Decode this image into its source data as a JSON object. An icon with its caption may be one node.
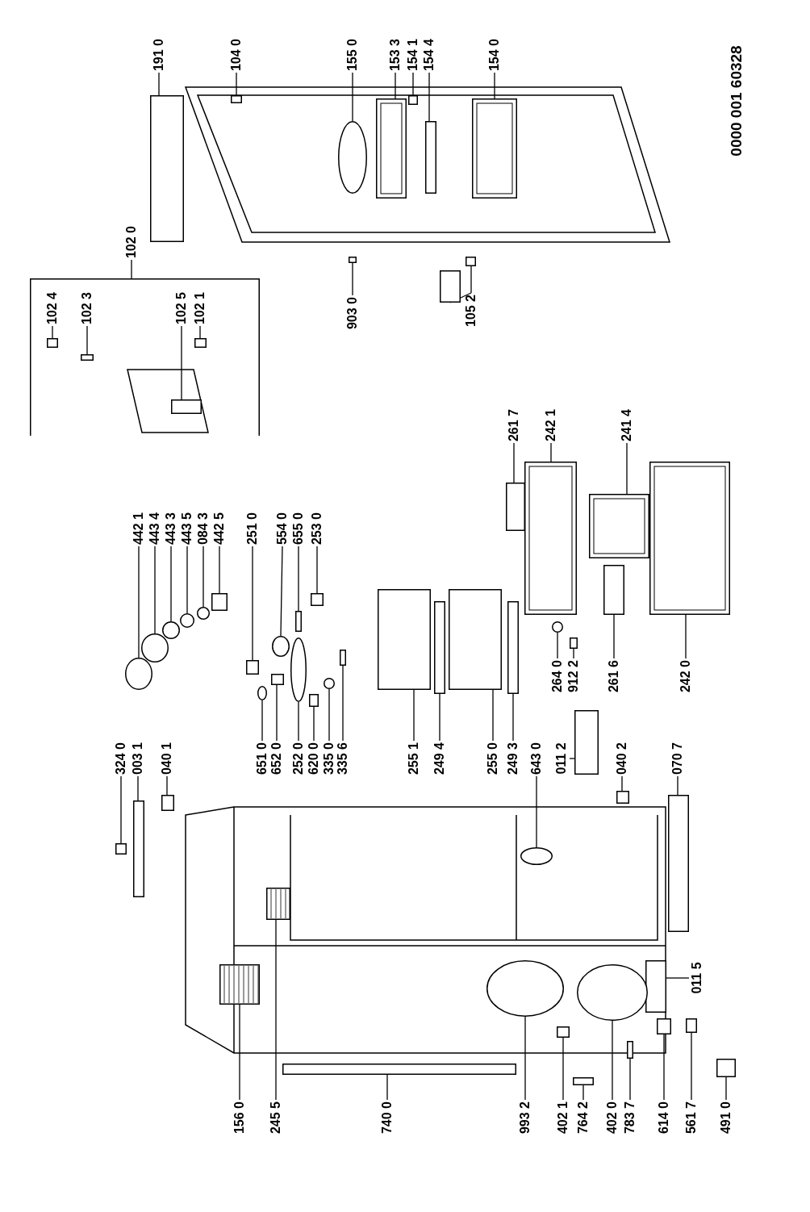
{
  "diagram": {
    "nodes": [
      {
        "text": [
          "442 1"
        ]
      },
      {
        "text": [],
        "shape": "circle"
      },
      {
        "text": [
          "443 4"
        ]
      },
      {
        "text": [],
        "shape": "circle"
      },
      {
        "text": [
          "443 3"
        ]
      },
      {
        "text": [],
        "shape": "circle"
      },
      {
        "text": [
          "443 5"
        ]
      },
      {
        "text": [],
        "shape": "circle"
      },
      {
        "text": [
          "084 3"
        ]
      },
      {
        "text": [],
        "shape": "circle"
      },
      {
        "text": [
          "442 5"
        ]
      },
      {
        "text": [],
        "shape": "box"
      },
      {
        "text": [
          "251 0"
        ]
      },
      {
        "text": [],
        "shape": "box"
      },
      {
        "text": [
          "554 0"
        ]
      },
      {
        "text": [],
        "shape": "circle"
      },
      {
        "text": [
          "655 0"
        ]
      },
      {
        "text": [],
        "shape": "box"
      },
      {
        "text": [
          "253 0"
        ]
      },
      {
        "text": [],
        "shape": "box"
      },
      {
        "text": [
          "324 0"
        ]
      },
      {
        "text": [],
        "shape": "box"
      },
      {
        "text": [
          "003 1"
        ]
      },
      {
        "text": [],
        "shape": "box"
      },
      {
        "text": [
          "040 1"
        ]
      },
      {
        "text": [],
        "shape": "box"
      },
      {
        "text": [
          "102 0"
        ]
      },
      {
        "text": [],
        "shape": "bracket"
      },
      {
        "text": [
          "102 4"
        ],
        "in": 27
      },
      {
        "text": [],
        "shape": "box",
        "in": 27
      },
      {
        "text": [
          "102 3"
        ],
        "in": 27
      },
      {
        "text": [],
        "shape": "box",
        "in": 27
      },
      {
        "text": [
          "102 5"
        ],
        "in": 27
      },
      {
        "text": [],
        "shape": "box",
        "in": 27
      },
      {
        "text": [
          "102 1"
        ],
        "in": 27
      },
      {
        "text": [],
        "shape": "box",
        "in": 27
      },
      {
        "text": [
          "191 0"
        ]
      },
      {
        "text": [],
        "shape": "box"
      },
      {
        "text": [
          "104 0"
        ]
      },
      {
        "text": [],
        "shape": "box"
      },
      {
        "text": [
          "155 0"
        ]
      },
      {
        "text": [],
        "shape": "circle"
      },
      {
        "text": [
          "153 3"
        ]
      },
      {
        "text": [],
        "shape": "box"
      },
      {
        "text": [
          "154 1"
        ]
      },
      {
        "text": [],
        "shape": "box"
      },
      {
        "text": [
          "154 4"
        ]
      },
      {
        "text": [],
        "shape": "box"
      },
      {
        "text": [
          "154 0"
        ]
      },
      {
        "text": [],
        "shape": "box"
      },
      {
        "text": [
          "903 0"
        ]
      },
      {
        "text": [],
        "shape": "box"
      },
      {
        "text": [
          "105 2"
        ]
      },
      {
        "text": [],
        "shape": "box"
      },
      {
        "text": [],
        "shape": "box"
      },
      {
        "text": [
          "261 7"
        ]
      },
      {
        "text": [],
        "shape": "box"
      },
      {
        "text": [
          "242 1"
        ]
      },
      {
        "text": [],
        "shape": "box"
      },
      {
        "text": [
          "241 4"
        ]
      },
      {
        "text": [],
        "shape": "box"
      },
      {
        "text": [
          "651 0"
        ]
      },
      {
        "text": [],
        "shape": "circle"
      },
      {
        "text": [
          "652 0"
        ]
      },
      {
        "text": [],
        "shape": "box"
      },
      {
        "text": [
          "252 0"
        ]
      },
      {
        "text": [],
        "shape": "circle"
      },
      {
        "text": [
          "620 0"
        ]
      },
      {
        "text": [],
        "shape": "box"
      },
      {
        "text": [
          "335 0"
        ]
      },
      {
        "text": [],
        "shape": "circle"
      },
      {
        "text": [
          "335 6"
        ]
      },
      {
        "text": [],
        "shape": "box"
      },
      {
        "text": [
          "255 1"
        ]
      },
      {
        "text": [],
        "shape": "box"
      },
      {
        "text": [
          "249 4"
        ]
      },
      {
        "text": [],
        "shape": "box"
      },
      {
        "text": [
          "255 0"
        ]
      },
      {
        "text": [],
        "shape": "box"
      },
      {
        "text": [
          "249 3"
        ]
      },
      {
        "text": [],
        "shape": "box"
      },
      {
        "text": [
          "643 0"
        ]
      },
      {
        "text": [],
        "shape": "circle"
      },
      {
        "text": [
          "011 2"
        ]
      },
      {
        "text": [],
        "shape": "box"
      },
      {
        "text": [
          "040 2"
        ]
      },
      {
        "text": [],
        "shape": "box"
      },
      {
        "text": [
          "070 7"
        ]
      },
      {
        "text": [],
        "shape": "box"
      },
      {
        "text": [
          "264 0"
        ]
      },
      {
        "text": [],
        "shape": "circle"
      },
      {
        "text": [
          "912 2"
        ]
      },
      {
        "text": [],
        "shape": "box"
      },
      {
        "text": [
          "261 6"
        ]
      },
      {
        "text": [],
        "shape": "box"
      },
      {
        "text": [
          "242 0"
        ]
      },
      {
        "text": [],
        "shape": "box"
      },
      {
        "text": [
          "011 5"
        ]
      },
      {
        "text": [],
        "shape": "box"
      },
      {
        "text": [
          "156 0"
        ]
      },
      {
        "text": [],
        "shape": "box"
      },
      {
        "text": [
          "245 5"
        ]
      },
      {
        "text": [],
        "shape": "box"
      },
      {
        "text": [
          "740 0"
        ]
      },
      {
        "text": [],
        "shape": "box"
      },
      {
        "text": [
          "993 2"
        ]
      },
      {
        "text": [],
        "shape": "circle"
      },
      {
        "text": [
          "402 1"
        ]
      },
      {
        "text": [],
        "shape": "box"
      },
      {
        "text": [
          "764 2"
        ]
      },
      {
        "text": [],
        "shape": "box"
      },
      {
        "text": [
          "402 0"
        ]
      },
      {
        "text": [],
        "shape": "circle"
      },
      {
        "text": [
          "783 7"
        ]
      },
      {
        "text": [],
        "shape": "box"
      },
      {
        "text": [
          "614 0"
        ]
      },
      {
        "text": [],
        "shape": "box"
      },
      {
        "text": [
          "561 7"
        ]
      },
      {
        "text": [],
        "shape": "box"
      },
      {
        "text": [
          "491 0"
        ]
      },
      {
        "text": [],
        "shape": "box"
      }
    ],
    "edges": [
      {
        "from": 0,
        "to": 1,
        "arrow": "none"
      },
      {
        "from": 2,
        "to": 3,
        "arrow": "none"
      },
      {
        "from": 4,
        "to": 5,
        "arrow": "none"
      },
      {
        "from": 6,
        "to": 7,
        "arrow": "none"
      },
      {
        "from": 8,
        "to": 9,
        "arrow": "none"
      },
      {
        "from": 10,
        "to": 11,
        "arrow": "none"
      },
      {
        "from": 12,
        "to": 13,
        "arrow": "none"
      },
      {
        "from": 14,
        "to": 15,
        "arrow": "none"
      },
      {
        "from": 16,
        "to": 17,
        "arrow": "none"
      },
      {
        "from": 18,
        "to": 19,
        "arrow": "none"
      },
      {
        "from": 20,
        "to": 21,
        "arrow": "none"
      },
      {
        "from": 22,
        "to": 23,
        "arrow": "none"
      },
      {
        "from": 24,
        "to": 25,
        "arrow": "none"
      },
      {
        "from": 26,
        "to": 27,
        "arrow": "none"
      },
      {
        "from": 28,
        "to": 29,
        "arrow": "none"
      },
      {
        "from": 30,
        "to": 31,
        "arrow": "none"
      },
      {
        "from": 32,
        "to": 33,
        "arrow": "none"
      },
      {
        "from": 34,
        "to": 35,
        "arrow": "none"
      },
      {
        "from": 36,
        "to": 37,
        "arrow": "none"
      },
      {
        "from": 38,
        "to": 39,
        "arrow": "none"
      },
      {
        "from": 40,
        "to": 41,
        "arrow": "none"
      },
      {
        "from": 42,
        "to": 43,
        "arrow": "none"
      },
      {
        "from": 44,
        "to": 45,
        "arrow": "none"
      },
      {
        "from": 46,
        "to": 47,
        "arrow": "none"
      },
      {
        "from": 48,
        "to": 49,
        "arrow": "none"
      },
      {
        "from": 50,
        "to": 51,
        "arrow": "none"
      },
      {
        "from": 52,
        "to": 53,
        "arrow": "none"
      },
      {
        "from": 52,
        "to": 54,
        "arrow": "none"
      },
      {
        "from": 55,
        "to": 56,
        "arrow": "none"
      },
      {
        "from": 57,
        "to": 58,
        "arrow": "none"
      },
      {
        "from": 59,
        "to": 60,
        "arrow": "none"
      },
      {
        "from": 61,
        "to": 62,
        "arrow": "none"
      },
      {
        "from": 63,
        "to": 64,
        "arrow": "none"
      },
      {
        "from": 65,
        "to": 66,
        "arrow": "none"
      },
      {
        "from": 67,
        "to": 68,
        "arrow": "none"
      },
      {
        "from": 69,
        "to": 70,
        "arrow": "none"
      },
      {
        "from": 71,
        "to": 72,
        "arrow": "none"
      },
      {
        "from": 73,
        "to": 74,
        "arrow": "none"
      },
      {
        "from": 75,
        "to": 76,
        "arrow": "none"
      },
      {
        "from": 77,
        "to": 78,
        "arrow": "none"
      },
      {
        "from": 79,
        "to": 80,
        "arrow": "none"
      },
      {
        "from": 81,
        "to": 82,
        "arrow": "none"
      },
      {
        "from": 83,
        "to": 84,
        "arrow": "none"
      },
      {
        "from": 85,
        "to": 86,
        "arrow": "none"
      },
      {
        "from": 87,
        "to": 88,
        "arrow": "none"
      },
      {
        "from": 89,
        "to": 90,
        "arrow": "none"
      },
      {
        "from": 91,
        "to": 92,
        "arrow": "none"
      },
      {
        "from": 93,
        "to": 94,
        "arrow": "none"
      },
      {
        "from": 95,
        "to": 96,
        "arrow": "none"
      },
      {
        "from": 97,
        "to": 98,
        "arrow": "none"
      },
      {
        "from": 99,
        "to": 100,
        "arrow": "none"
      },
      {
        "from": 101,
        "to": 102,
        "arrow": "none"
      },
      {
        "from": 103,
        "to": 104,
        "arrow": "none"
      },
      {
        "from": 105,
        "to": 106,
        "arrow": "none"
      },
      {
        "from": 107,
        "to": 108,
        "arrow": "none"
      },
      {
        "from": 109,
        "to": 110,
        "arrow": "none"
      },
      {
        "from": 111,
        "to": 112,
        "arrow": "none"
      },
      {
        "from": 113,
        "to": 114,
        "arrow": "none"
      },
      {
        "from": 115,
        "to": 116,
        "arrow": "none"
      },
      {
        "from": 117,
        "to": 118,
        "arrow": "none"
      },
      {
        "from": 119,
        "to": 120,
        "arrow": "none"
      }
    ],
    "labels": [
      "0000 001 60328"
    ]
  }
}
